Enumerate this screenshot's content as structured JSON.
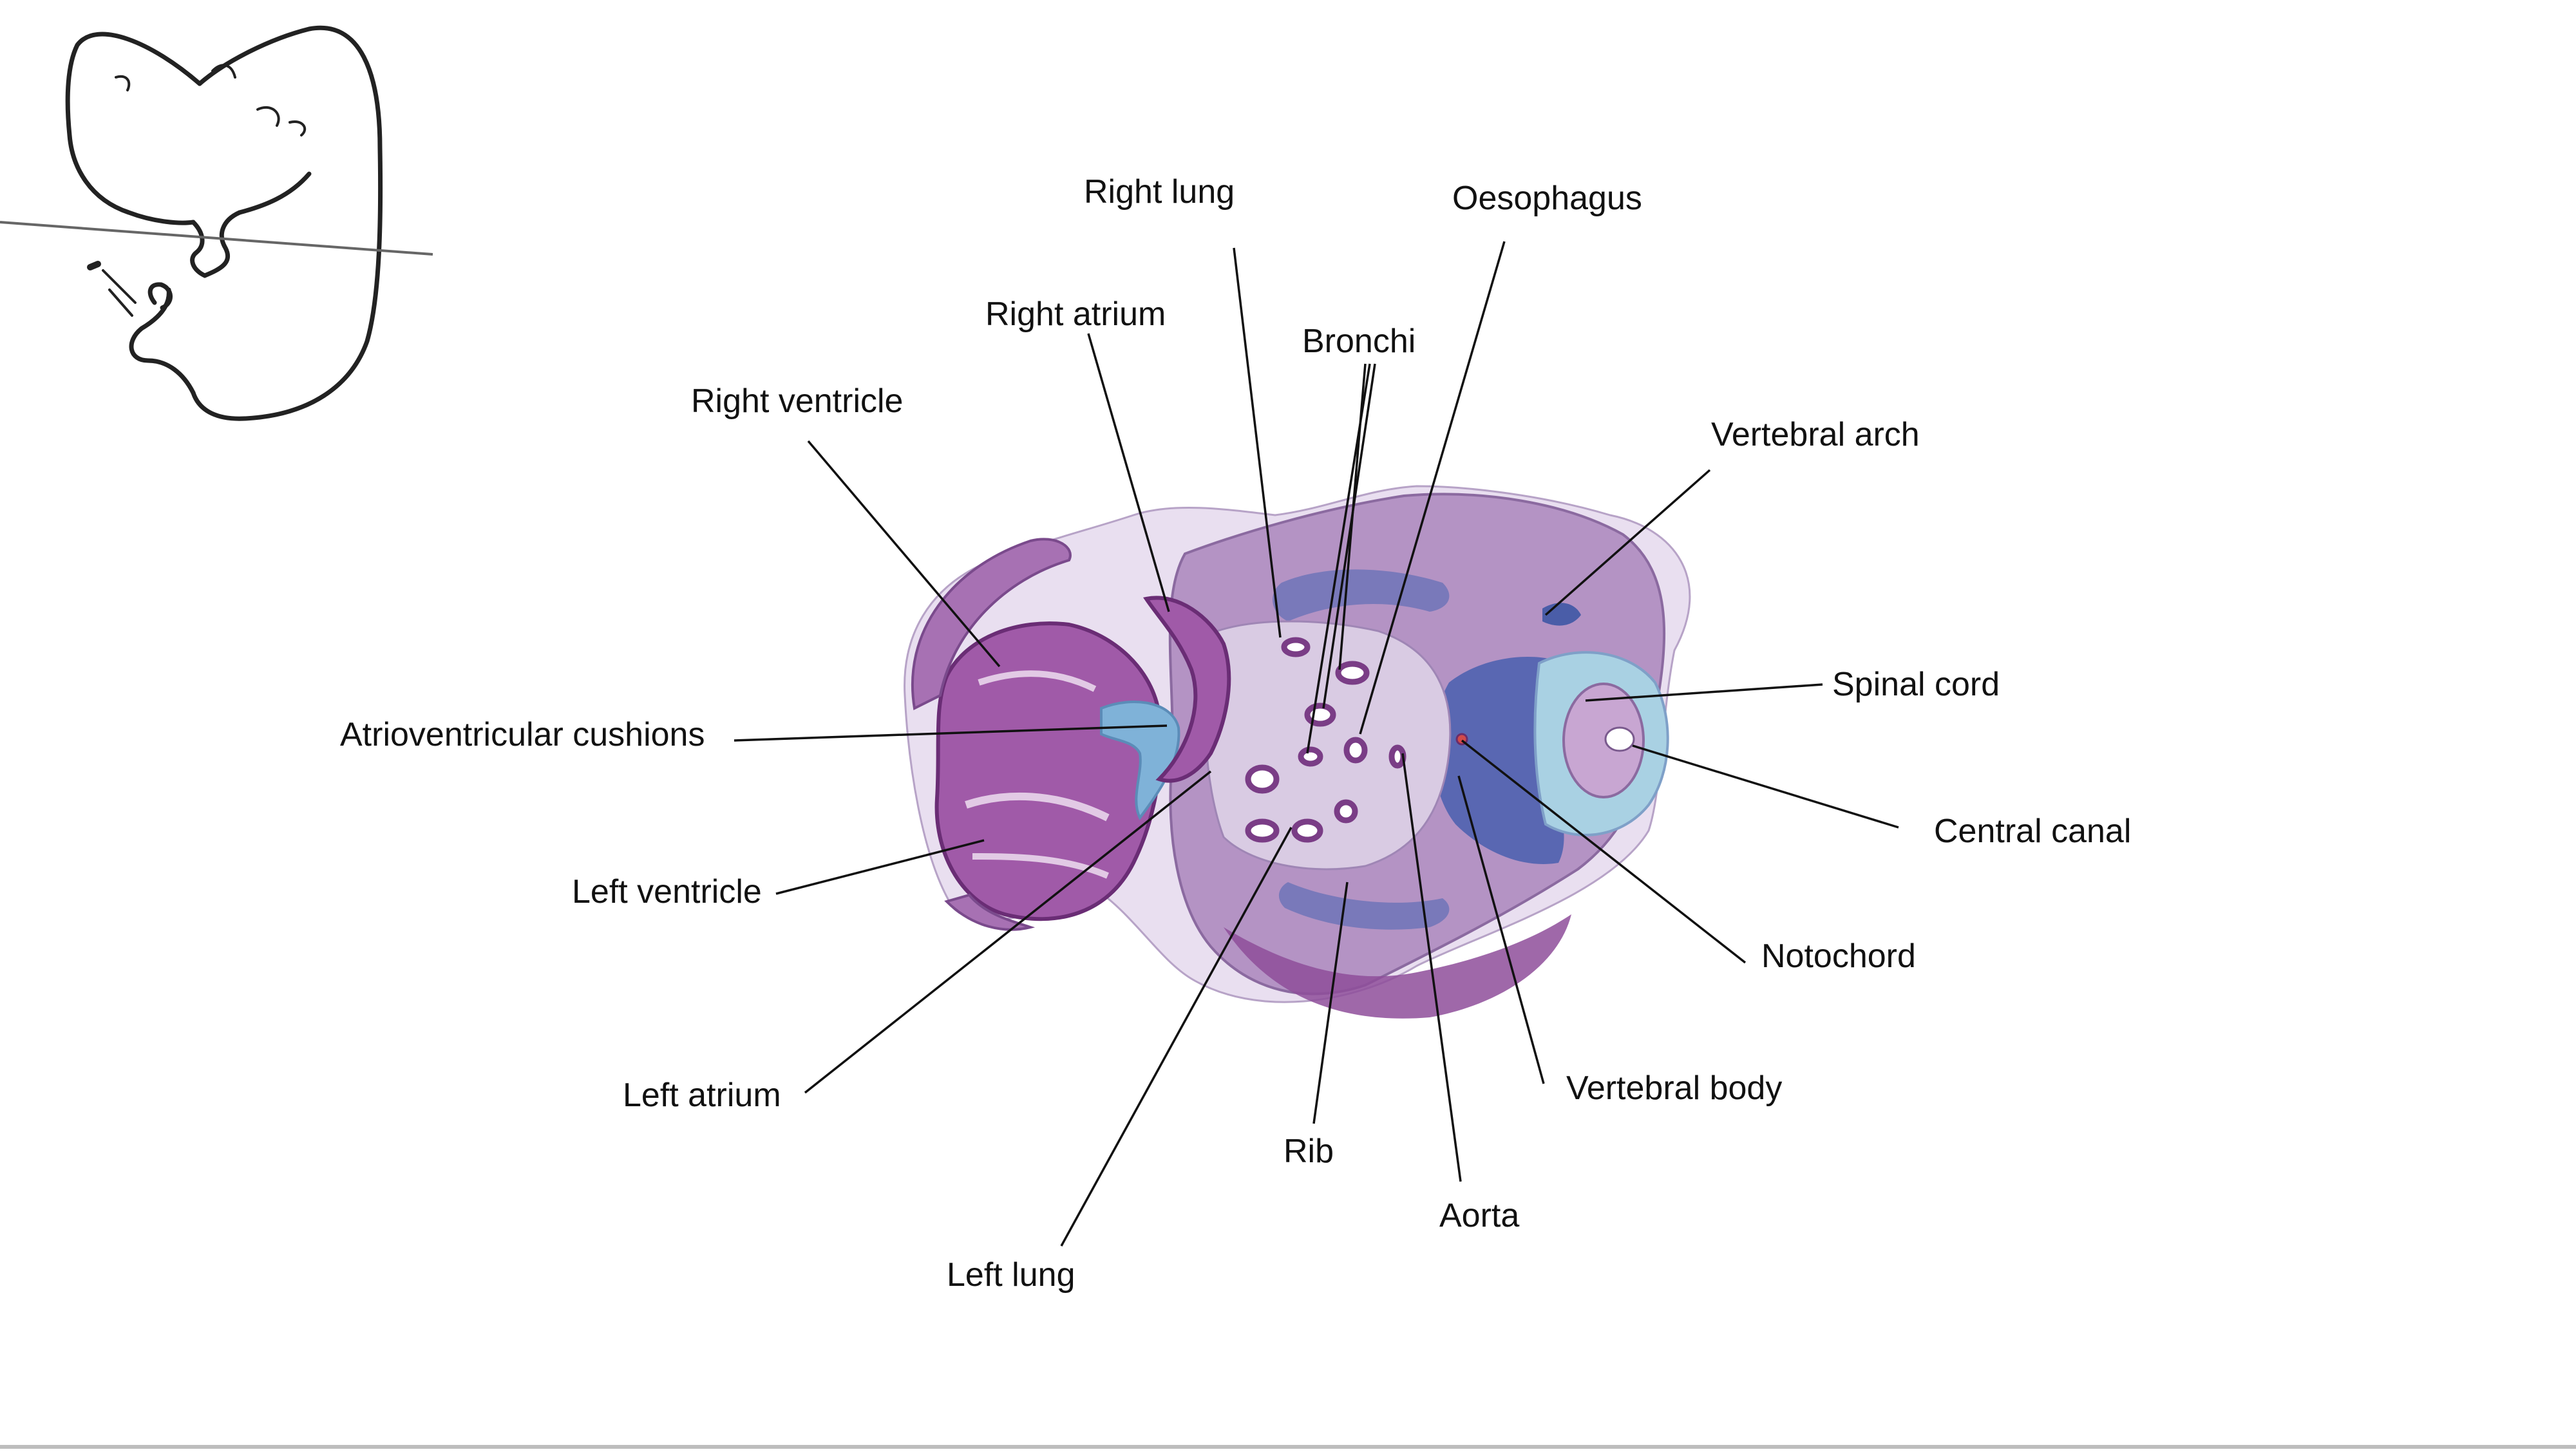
{
  "figure": {
    "labels": {
      "right_lung": "Right lung",
      "oesophagus": "Oesophagus",
      "right_atrium": "Right atrium",
      "bronchi": "Bronchi",
      "right_ventricle": "Right ventricle",
      "vertebral_arch": "Vertebral arch",
      "spinal_cord": "Spinal cord",
      "atrioventricular_cushions": "Atrioventricular cushions",
      "central_canal": "Central canal",
      "left_ventricle": "Left ventricle",
      "notochord": "Notochord",
      "left_atrium": "Left atrium",
      "vertebral_body": "Vertebral body",
      "rib": "Rib",
      "aorta": "Aorta",
      "left_lung": "Left lung"
    },
    "colors": {
      "tissue_purple": "#8b5a96",
      "tissue_dark": "#6a3278",
      "tissue_pale": "#d8c8e0",
      "cartilage_blue": "#5a6fb4",
      "cushion_blue": "#7fb2d8"
    }
  }
}
